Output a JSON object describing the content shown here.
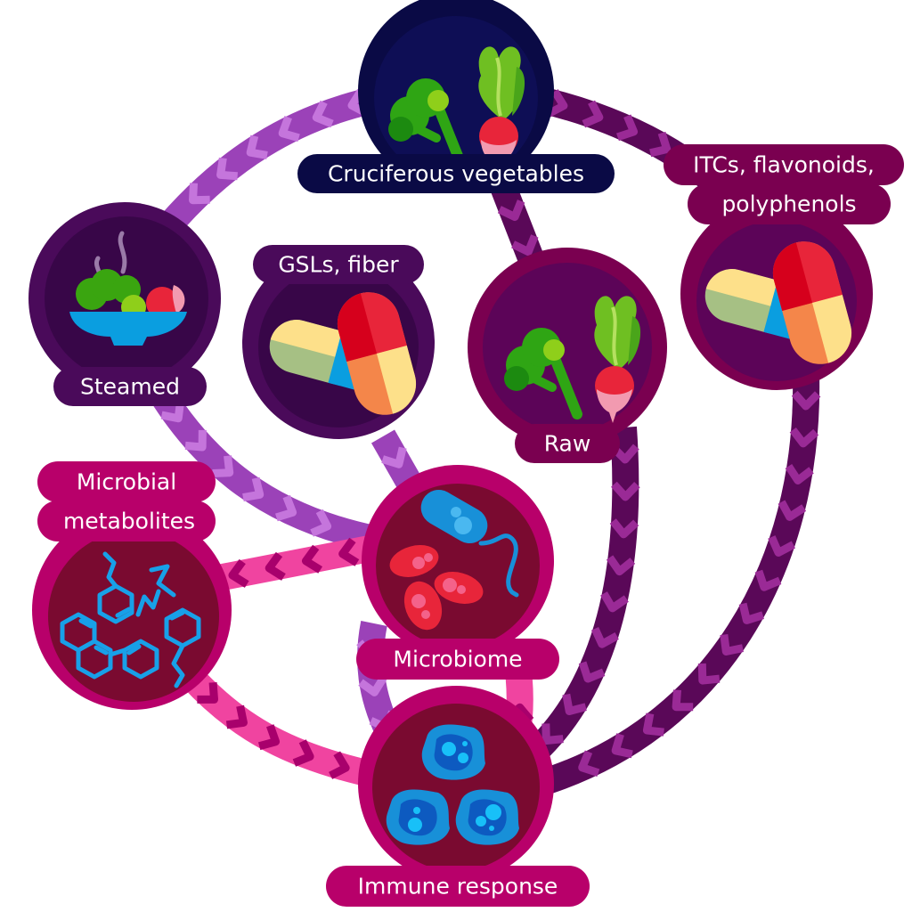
{
  "title": "Cruciferous vegetables, microbiome and immune response",
  "colors": {
    "navy": "#0a0a45",
    "navy_inner": "#0e0e55",
    "purple_dark": "#4a0a5a",
    "purple_dark_inner": "#380648",
    "plum": "#7a0050",
    "plum_inner": "#5c0458",
    "magenta": "#b8006a",
    "magenta_inner": "#7a0a30",
    "arrow_lavender": "#9b42b8",
    "arrow_lavender_chev": "#c575dc",
    "arrow_plum": "#5a0858",
    "arrow_plum_chev": "#9a2a96",
    "arrow_pink": "#f044a0",
    "arrow_pink_chev": "#a8006c"
  },
  "nodes": {
    "cruciferous": {
      "label": "Cruciferous vegetables",
      "icon": "broccoli-radish-icon"
    },
    "steamed": {
      "label": "Steamed",
      "icon": "steamed-bowl-icon"
    },
    "gsls": {
      "label": "GSLs, fiber",
      "icon": "pills-icon"
    },
    "raw": {
      "label": "Raw",
      "icon": "broccoli-radish-icon"
    },
    "itcs": {
      "label_line1": "ITCs, flavonoids,",
      "label_line2": "polyphenols",
      "icon": "pills-icon"
    },
    "metabolites": {
      "label_line1": "Microbial",
      "label_line2": "metabolites",
      "icon": "molecules-icon"
    },
    "microbiome": {
      "label": "Microbiome",
      "icon": "bacteria-icon"
    },
    "immune": {
      "label": "Immune response",
      "icon": "immune-cells-icon"
    }
  },
  "connections": [
    {
      "from": "Cruciferous vegetables",
      "to": "Steamed",
      "style": "lavender"
    },
    {
      "from": "Cruciferous vegetables",
      "to": "ITCs, flavonoids, polyphenols",
      "style": "plum"
    },
    {
      "from": "Cruciferous vegetables",
      "to": "Raw",
      "style": "plum"
    },
    {
      "from": "Steamed",
      "to": "Microbiome",
      "style": "lavender"
    },
    {
      "from": "GSLs, fiber",
      "to": "Microbiome",
      "style": "lavender"
    },
    {
      "from": "Microbiome",
      "to": "Microbial metabolites",
      "style": "pink"
    },
    {
      "from": "Microbial metabolites",
      "to": "Immune response",
      "style": "pink"
    },
    {
      "from": "Microbiome",
      "to": "Immune response",
      "style": "pink"
    },
    {
      "from": "Steamed",
      "to": "Immune response",
      "style": "lavender"
    },
    {
      "from": "Raw",
      "to": "Immune response",
      "style": "plum"
    },
    {
      "from": "ITCs, flavonoids, polyphenols",
      "to": "Immune response",
      "style": "plum"
    }
  ]
}
